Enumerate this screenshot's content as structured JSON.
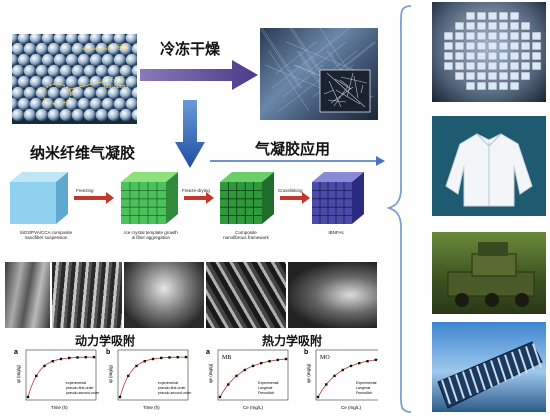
{
  "labels": {
    "freeze_dry": "冷冻干燥",
    "nanofiber_aerogel": "纳米纤维气凝胶",
    "aerogel_application": "气凝胶应用",
    "kinetic_adsorption": "动力学吸附",
    "thermo_adsorption": "热力学吸附"
  },
  "inset": {
    "label_a": "电子团簇",
    "label_b": "粒子直径",
    "label_b2": "(20~50nm)"
  },
  "process": {
    "step1_label": "SiO2/PVA/CCA composite\nnanofiber suspension",
    "arrow1": "Freezing",
    "step2_label": "Ice crystal template growth\n& fiber aggregation",
    "arrow2": "Freeze-drying",
    "step3_label": "Composite\nnanofibrous framework",
    "arrow3": "Crosslinking",
    "step4_label": "IBNFAs"
  },
  "plots": [
    {
      "letter": "a",
      "ylabel": "qt (mg/g)",
      "xlabel": "Time (h)",
      "legend": [
        "experimental",
        "pseudo-first-order",
        "pseudo-second-order"
      ]
    },
    {
      "letter": "b",
      "ylabel": "qt (mg/g)",
      "xlabel": "Time (h)",
      "legend": [
        "experimental",
        "pseudo-first-order",
        "pseudo-second-order"
      ]
    },
    {
      "letter": "a",
      "tag": "MB",
      "ylabel": "qe (mg/g)",
      "xlabel": "Ce (mg/L)",
      "legend": [
        "Experimental",
        "Langmuir",
        "Freundlich"
      ]
    },
    {
      "letter": "b",
      "tag": "MO",
      "ylabel": "qe (mg/g)",
      "xlabel": "Ce (mg/L)",
      "legend": [
        "Experimental",
        "Langmuir",
        "Freundlich"
      ]
    }
  ],
  "colors": {
    "arrow": "#4472c4",
    "bracket": "#7f9fd0",
    "cube1": "#7fc8e8",
    "cube2": "#3fbf4f",
    "cube3": "#2e9a3c",
    "cube4": "#4a4aa8"
  }
}
